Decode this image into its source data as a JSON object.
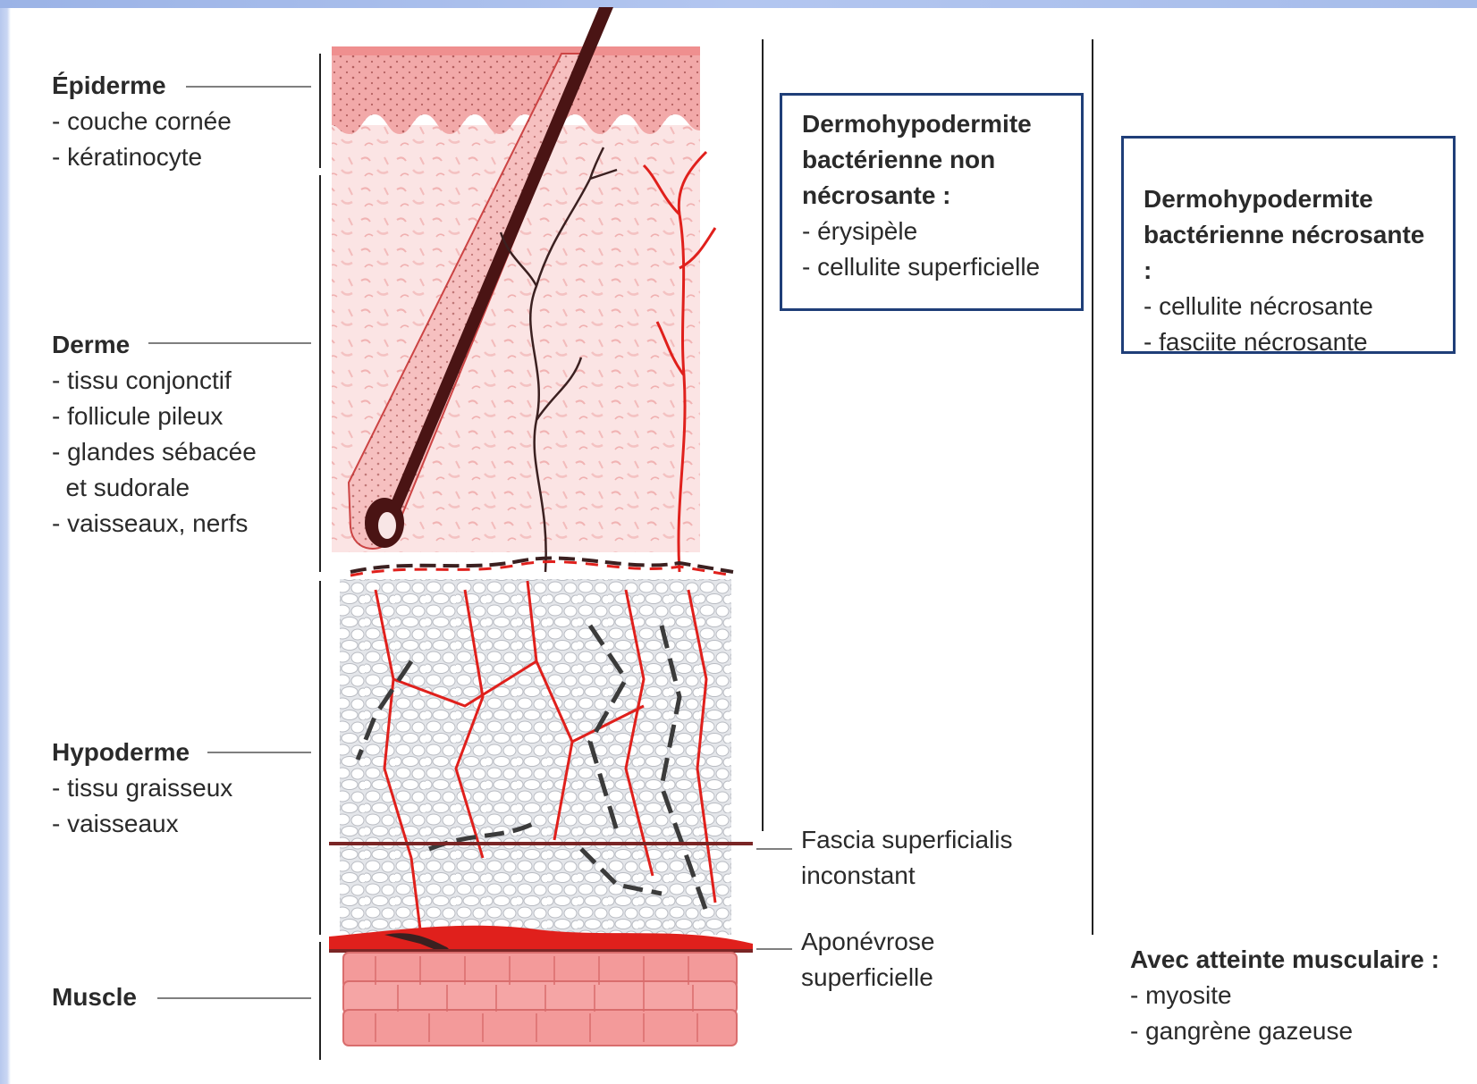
{
  "colors": {
    "epidermis": "#f2a8a8",
    "dermis": "#fbe3e3",
    "vessel_red": "#e0201c",
    "nerve_dark": "#3b2020",
    "hair": "#4a1414",
    "fat_bg": "#e6e7ea",
    "muscle": "#f39a9a",
    "box_border": "#1f3e78"
  },
  "layers": {
    "epiderme": {
      "title": "Épiderme",
      "items": [
        "- couche cornée",
        "- kératinocyte"
      ]
    },
    "derme": {
      "title": "Derme",
      "items": [
        "- tissu conjonctif",
        "- follicule pileux",
        "- glandes sébacée",
        "  et sudorale",
        "- vaisseaux, nerfs"
      ]
    },
    "hypoderme": {
      "title": "Hypoderme",
      "items": [
        "- tissu graisseux",
        "- vaisseaux"
      ]
    },
    "muscle": {
      "title": "Muscle"
    }
  },
  "callouts": {
    "fascia": [
      "Fascia superficialis",
      "inconstant"
    ],
    "aponevrose": [
      "Aponévrose",
      "superficielle"
    ]
  },
  "boxes": {
    "non_necrosante": {
      "title_lines": [
        "Dermohypodermite",
        "bactérienne non",
        "nécrosante :"
      ],
      "items": [
        "- érysipèle",
        "- cellulite superficielle"
      ]
    },
    "necrosante": {
      "title_lines": [
        "Dermohypodermite",
        "bactérienne nécrosante :"
      ],
      "items": [
        "- cellulite nécrosante",
        "- fasciite nécrosante"
      ]
    },
    "musculaire": {
      "title": "Avec atteinte musculaire :",
      "items": [
        "- myosite",
        "- gangrène gazeuse"
      ]
    }
  }
}
